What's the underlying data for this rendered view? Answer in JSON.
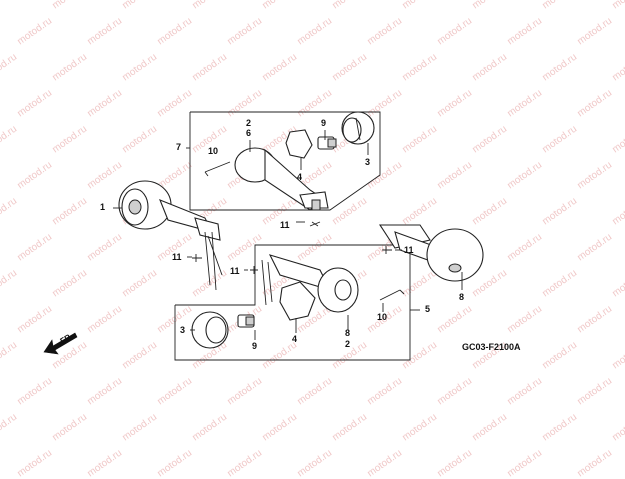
{
  "watermark": {
    "text": "motod.ru",
    "color": "#f0c8c8"
  },
  "diagram_code": "GC03-F2100A",
  "direction_label": "FR.",
  "callouts": {
    "upper_box_7": "7",
    "upper_2": "2",
    "upper_6": "6",
    "upper_9": "9",
    "upper_10": "10",
    "upper_4": "4",
    "upper_3": "3",
    "left_1": "1",
    "left_11": "11",
    "upper_11": "11",
    "mid_11": "11",
    "right_11": "11",
    "right_8": "8",
    "lower_box_5": "5",
    "lower_10": "10",
    "lower_3": "3",
    "lower_9": "9",
    "lower_4": "4",
    "lower_8": "8",
    "lower_2": "2"
  }
}
